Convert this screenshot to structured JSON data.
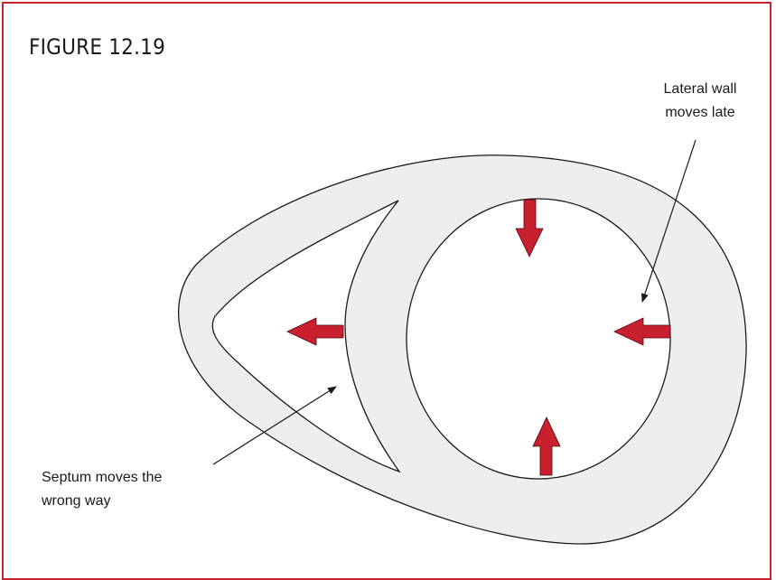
{
  "figure": {
    "title": "FIGURE 12.19"
  },
  "labels": {
    "lateral_wall": [
      "Lateral wall",
      "moves late"
    ],
    "septum": [
      "Septum moves the",
      "wrong way"
    ]
  },
  "colors": {
    "frame": "#c8242f",
    "arrow_fill": "#c8202e",
    "myocardium_fill": "#eeeeee",
    "outline": "#1a1a1a"
  }
}
